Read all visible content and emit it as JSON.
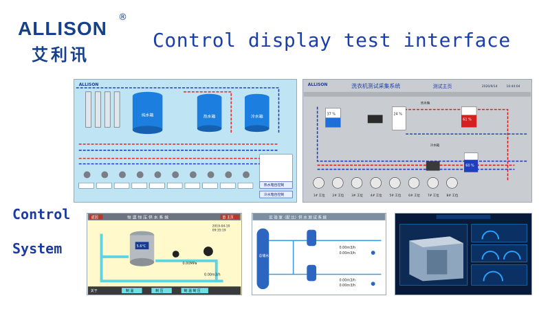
{
  "logo": {
    "brand": "ALLISON",
    "registered_mark": "®",
    "chinese_name": "艾利讯"
  },
  "title": "Control display test interface",
  "side_label": {
    "line1": "Control",
    "line2": "System"
  },
  "panels": {
    "water_supply": {
      "brand": "ALLISON",
      "tank_pure": "纯水箱",
      "tank_hot": "热水箱",
      "tank_cold": "冷水箱",
      "btn_heat_ctrl": "热水箱自控制",
      "btn_cold_ctrl": "冷水箱自控制",
      "colors": {
        "background": "#bfe4f3",
        "hot_line": "#e03030",
        "cold_line": "#1e3fbf",
        "tank": "#1c7fe0"
      }
    },
    "washer_test": {
      "brand": "ALLISON",
      "title": "洗衣机测试采集系统",
      "subtitle": "测试主页",
      "date": "2020/9/14",
      "time": "10:44:04",
      "tank_left_value": "37 %",
      "tank_mid_value": "24 %",
      "tank_hot_value": "61 %",
      "tank_cold_value": "60 %",
      "label_hot_tank": "热水箱",
      "label_cold_tank": "冷水箱",
      "station_labels": [
        "1# 工位",
        "2# 工位",
        "3# 工位",
        "4# 工位",
        "5# 工位",
        "6# 工位",
        "7# 工位",
        "8# 工位"
      ],
      "colors": {
        "background": "#c9cdd1",
        "title": "#1f3fa8",
        "hot": "#d42020",
        "cold": "#1f3fbf"
      }
    },
    "const_pressure": {
      "home_button": "返回",
      "title": "恒 温 恒 压 供 水 系 统",
      "main_button": "首 主页",
      "date": "2019-04-10",
      "time": "09:35:19",
      "temperature": "5.6°C",
      "pressure": "0.00MPa",
      "flow": "0.00m3/h",
      "footer_left": "关于",
      "footer_buttons": [
        "制 温",
        "制 压",
        "制 温 制 压"
      ],
      "colors": {
        "background": "#fff9cc",
        "header": "#6b7480",
        "pipe": "#5fd3e0",
        "footer": "#3a3a3a"
      }
    },
    "lab_water": {
      "title": "实 验 室（配 比）供 水 测 试 系 统",
      "tank_label": "总储水箱",
      "flow_a": "0.00m3/h",
      "flow_b": "0.00m3/h",
      "flow_c": "0.00m3/h",
      "flow_d": "0.00m3/h",
      "colors": {
        "header": "#7c8fa2",
        "tank": "#2d66c0",
        "pipe": "#3a9be0"
      }
    },
    "dashboard": {
      "colors": {
        "background": "#071a3a",
        "accent": "#2aa3ff"
      }
    }
  }
}
